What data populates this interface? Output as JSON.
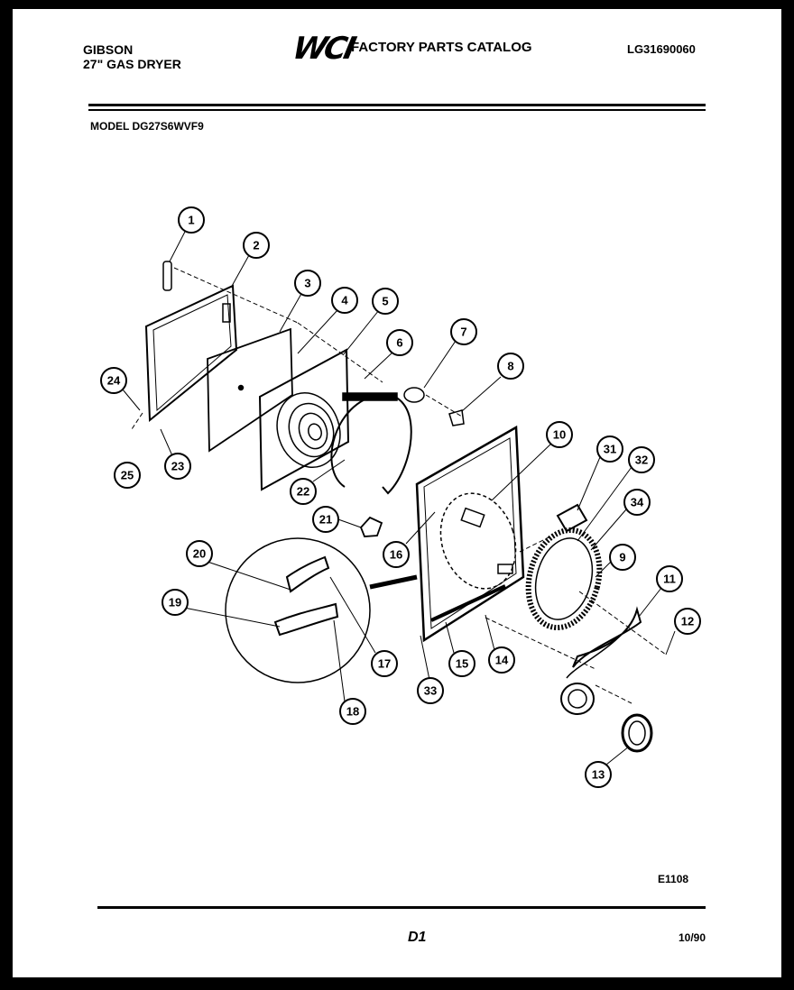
{
  "header": {
    "brand": "GIBSON",
    "product": "27\" GAS DRYER",
    "logo_text": "WCI",
    "catalog_title": "FACTORY PARTS CATALOG",
    "catalog_code": "LG31690060"
  },
  "model_line": "MODEL DG27S6WVF9",
  "callouts": [
    "1",
    "2",
    "3",
    "4",
    "5",
    "6",
    "7",
    "8",
    "24",
    "25",
    "23",
    "22",
    "21",
    "10",
    "31",
    "32",
    "34",
    "9",
    "11",
    "12",
    "20",
    "19",
    "16",
    "17",
    "18",
    "33",
    "15",
    "14",
    "13"
  ],
  "footer": {
    "revision": "E1108",
    "page": "D1",
    "date": "10/90"
  },
  "colors": {
    "ink": "#000000",
    "paper": "#ffffff"
  }
}
